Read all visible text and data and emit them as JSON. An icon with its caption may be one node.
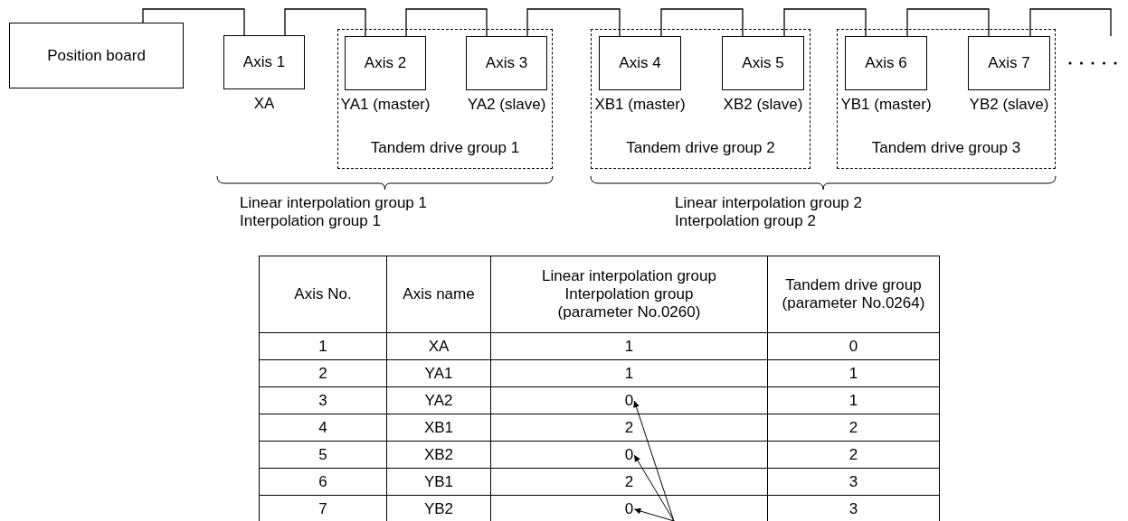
{
  "diagram": {
    "nodes": [
      {
        "text": [
          "Position board"
        ]
      },
      {
        "text": [
          "Axis 1"
        ],
        "beside": [
          "XA"
        ]
      },
      {
        "text": [
          "Tandem drive group 1"
        ]
      },
      {
        "text": [
          "Axis 2"
        ],
        "beside": [
          "YA1 (master)"
        ],
        "in": 2
      },
      {
        "text": [
          "Axis 3"
        ],
        "beside": [
          "YA2 (slave)"
        ],
        "in": 2
      },
      {
        "text": [
          "Tandem drive group 2"
        ]
      },
      {
        "text": [
          "Axis 4"
        ],
        "beside": [
          "XB1 (master)"
        ],
        "in": 5
      },
      {
        "text": [
          "Axis 5"
        ],
        "beside": [
          "XB2 (slave)"
        ],
        "in": 5
      },
      {
        "text": [
          "Tandem drive group 3"
        ]
      },
      {
        "text": [
          "Axis 6"
        ],
        "beside": [
          "YB1 (master)"
        ],
        "in": 8
      },
      {
        "text": [
          "Axis 7"
        ],
        "beside": [
          "YB2 (slave)"
        ],
        "in": 8
      },
      {
        "text": [
          "0"
        ]
      },
      {
        "text": [
          "0"
        ]
      },
      {
        "text": [
          "0"
        ]
      }
    ],
    "edges": [
      {
        "from": 0,
        "to": 1,
        "arrow": "none"
      },
      {
        "from": 1,
        "to": 3,
        "arrow": "none"
      },
      {
        "from": 3,
        "to": 4,
        "arrow": "none"
      },
      {
        "from": 4,
        "to": 6,
        "arrow": "none"
      },
      {
        "from": 6,
        "to": 7,
        "arrow": "none"
      },
      {
        "from": 7,
        "to": 9,
        "arrow": "none"
      },
      {
        "from": 9,
        "to": 10,
        "arrow": "none"
      },
      {
        "from": 10,
        "to": null,
        "arrow": "none"
      },
      {
        "from": null,
        "to": 11,
        "arrow": "to"
      },
      {
        "from": null,
        "to": 12,
        "arrow": "to"
      },
      {
        "from": null,
        "to": 13,
        "arrow": "to"
      }
    ],
    "labels": [
      "Linear interpolation group 1",
      "Linear interpolation group 2",
      "Interpolation group 1",
      "Interpolation group 2",
      "Axis No.",
      "Axis name",
      "Linear interpolation group",
      "Interpolation group",
      "(parameter No.0260)",
      "Tandem drive group",
      "(parameter No.0264)",
      "1",
      "XA",
      "1",
      "0",
      "2",
      "YA1",
      "1",
      "1",
      "3",
      "YA2",
      "1",
      "4",
      "XB1",
      "2",
      "2",
      "5",
      "XB2",
      "2",
      "6",
      "YB1",
      "2",
      "3",
      "7",
      "YB2",
      "3"
    ]
  }
}
